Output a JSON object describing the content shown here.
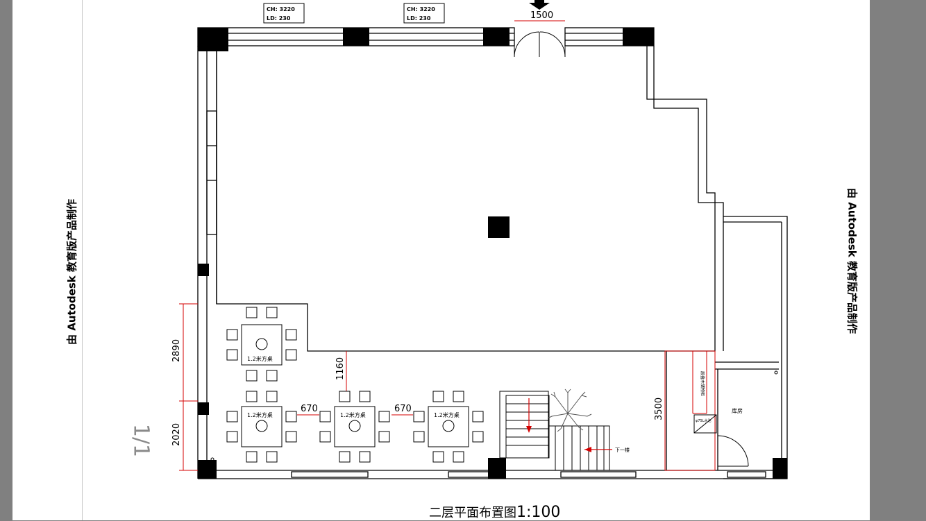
{
  "watermark": "由 Autodesk 教育版产品制作",
  "page_indicator": "1/1",
  "caption": {
    "title": "二层平面布置图",
    "scale": "1:100"
  },
  "window_tags": [
    {
      "ch": "CH: 3220",
      "ld": "LD: 230"
    },
    {
      "ch": "CH: 3220",
      "ld": "LD: 230"
    }
  ],
  "dimensions": {
    "door_width": "1500",
    "left_upper": "2890",
    "left_lower": "2020",
    "table_offset": "1160",
    "gap_1": "670",
    "gap_2": "670",
    "right_height": "3500"
  },
  "tables": [
    {
      "label": "1.2米方桌"
    },
    {
      "label": "1.2米方桌"
    },
    {
      "label": "1.2米方桌"
    },
    {
      "label": "1.2米方桌"
    }
  ],
  "rooms": {
    "storage": "库房",
    "cabinet": "层叠木储物柜",
    "sink": "φ75L水池"
  },
  "stair_label": "下一楼",
  "colors": {
    "wall": "#000000",
    "dimension": "#d40000",
    "background": "#808080",
    "paper": "#ffffff"
  }
}
